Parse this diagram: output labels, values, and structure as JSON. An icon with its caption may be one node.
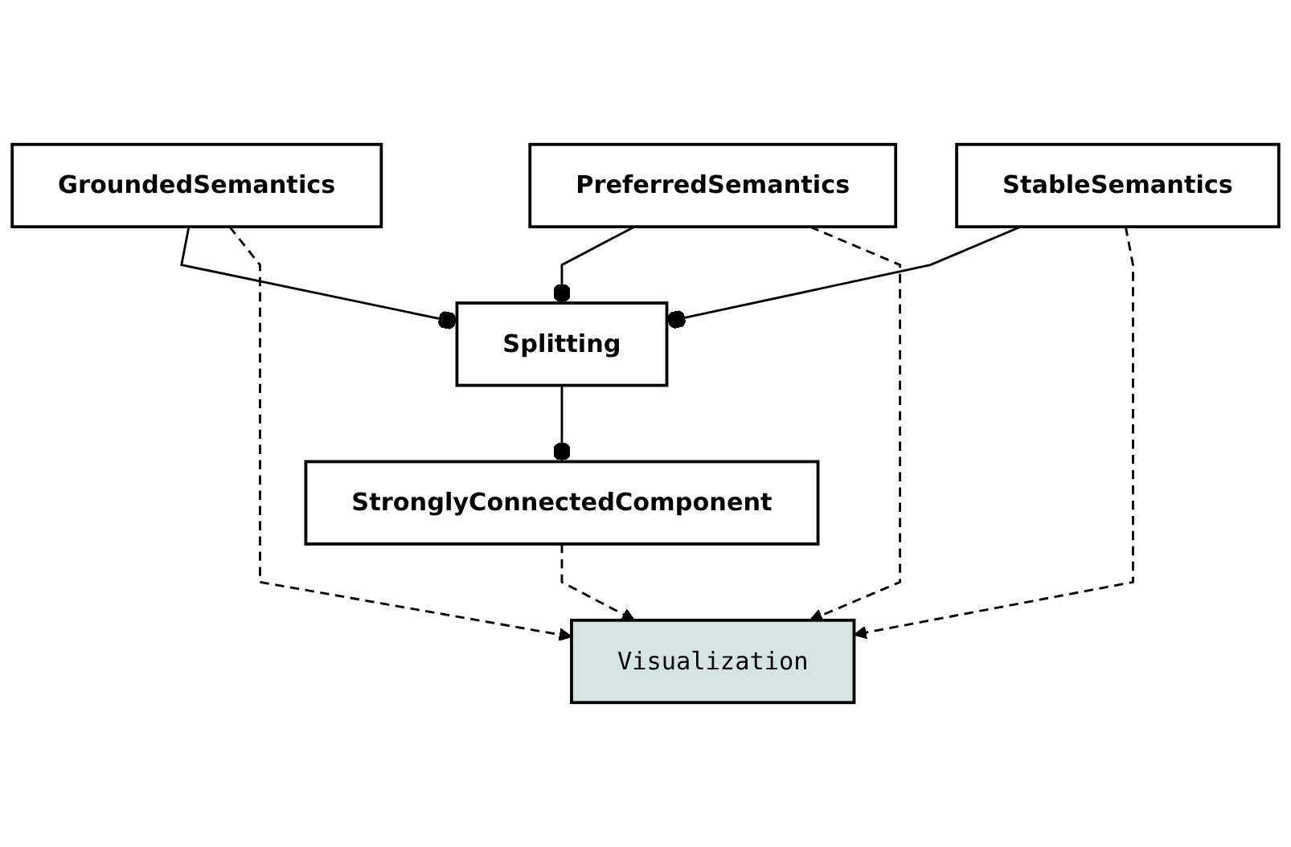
{
  "diagram": {
    "nodes": [
      {
        "text": [
          "StronglyConnectedComponent"
        ]
      },
      {
        "text": [
          "Splitting"
        ]
      },
      {
        "text": [
          "GroundedSemantics"
        ]
      },
      {
        "text": [
          "PreferredSemantics"
        ]
      },
      {
        "text": [
          "StableSemantics"
        ]
      },
      {
        "text": [
          "Visualization"
        ]
      }
    ],
    "edges": [
      {
        "from": 1,
        "to": 0,
        "arrow": "other"
      },
      {
        "from": 2,
        "to": 1,
        "arrow": "other"
      },
      {
        "from": 3,
        "to": 1,
        "arrow": "other"
      },
      {
        "from": 4,
        "to": 1,
        "arrow": "other"
      },
      {
        "from": 0,
        "to": 5,
        "arrow": "to",
        "style": "dashed"
      },
      {
        "from": 2,
        "to": 5,
        "arrow": "to",
        "style": "dashed"
      },
      {
        "from": 3,
        "to": 5,
        "arrow": "to",
        "style": "dashed"
      },
      {
        "from": 4,
        "to": 5,
        "arrow": "to",
        "style": "dashed"
      }
    ]
  }
}
